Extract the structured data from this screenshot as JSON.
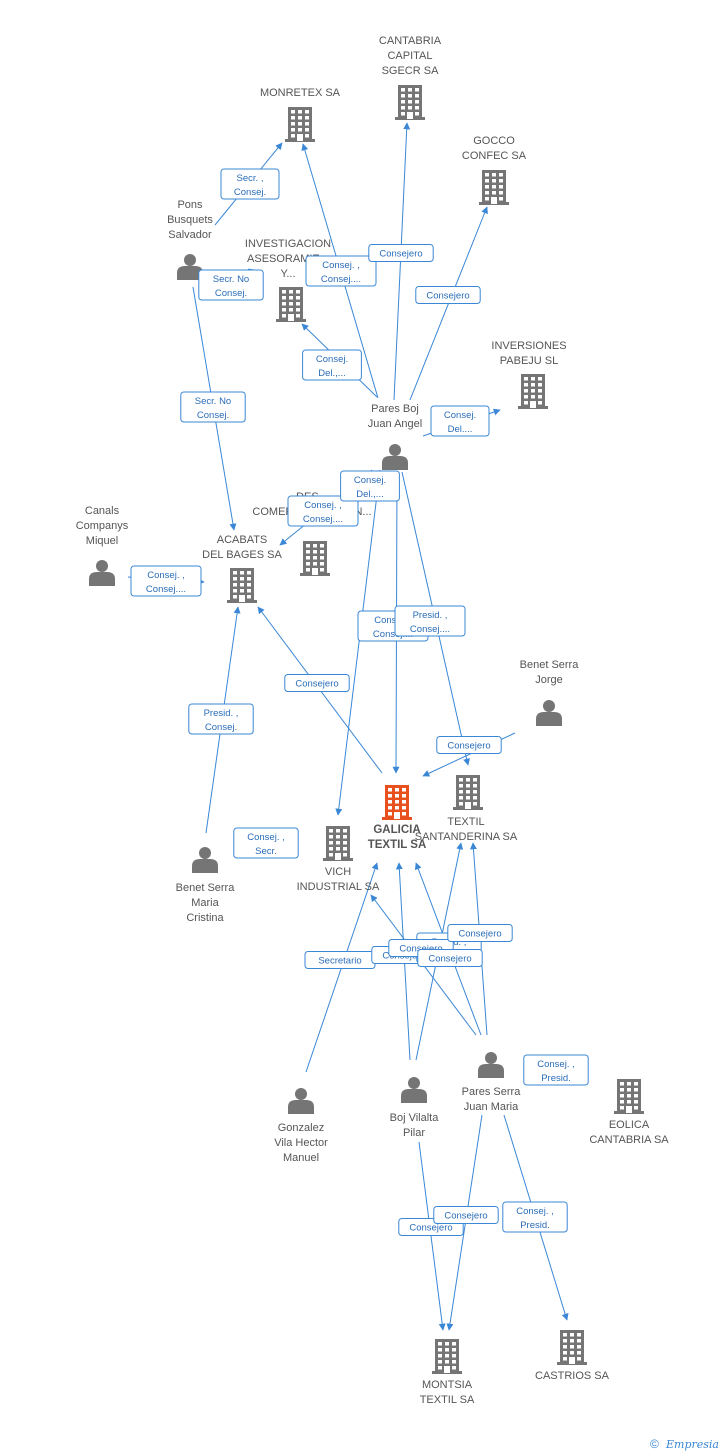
{
  "colors": {
    "edge": "#3a87d6",
    "company": "#757575",
    "person": "#757575",
    "focus": "#e8501e",
    "label": "#555555",
    "edge_text": "#2a6db8"
  },
  "footer": {
    "copyright_symbol": "©",
    "brand": "Empresia"
  },
  "nodes": [
    {
      "id": "galicia",
      "type": "company",
      "focus": true,
      "lines": [
        "GALICIA",
        "TEXTIL SA"
      ]
    },
    {
      "id": "monretex",
      "type": "company",
      "lines": [
        "MONRETEX SA"
      ]
    },
    {
      "id": "cantabria",
      "type": "company",
      "lines": [
        "CANTABRIA",
        "CAPITAL",
        "SGECR SA"
      ]
    },
    {
      "id": "gocco",
      "type": "company",
      "lines": [
        "GOCCO",
        "CONFEC SA"
      ]
    },
    {
      "id": "investigacion",
      "type": "company",
      "lines": [
        "INVESTIGACION",
        "ASESORAMIE...",
        "Y..."
      ]
    },
    {
      "id": "inversiones",
      "type": "company",
      "lines": [
        "INVERSIONES",
        "PABEJU  SL"
      ]
    },
    {
      "id": "pons",
      "type": "person",
      "lines": [
        "Pons",
        "Busquets",
        "Salvador"
      ]
    },
    {
      "id": "paresboj",
      "type": "person",
      "lines": [
        "Pares Boj",
        "Juan Angel"
      ]
    },
    {
      "id": "desc",
      "type": "company",
      "lines": [
        "DES...",
        "COMERCIALIZACION..."
      ]
    },
    {
      "id": "canals",
      "type": "person",
      "lines": [
        "Canals",
        "Companys",
        "Miquel"
      ]
    },
    {
      "id": "acabats",
      "type": "company",
      "lines": [
        "ACABATS",
        "DEL BAGES SA"
      ]
    },
    {
      "id": "benetjorge",
      "type": "person",
      "lines": [
        "Benet Serra",
        "Jorge"
      ]
    },
    {
      "id": "textil",
      "type": "company",
      "lines": [
        "TEXTIL",
        "SANTANDERINA SA"
      ]
    },
    {
      "id": "vich",
      "type": "company",
      "lines": [
        "VICH",
        "INDUSTRIAL SA"
      ]
    },
    {
      "id": "benetmaria",
      "type": "person",
      "lines": [
        "Benet Serra",
        "Maria",
        "Cristina"
      ]
    },
    {
      "id": "gonzalez",
      "type": "person",
      "lines": [
        "Gonzalez",
        "Vila Hector",
        "Manuel"
      ]
    },
    {
      "id": "bojvilalta",
      "type": "person",
      "lines": [
        "Boj Vilalta",
        "Pilar"
      ]
    },
    {
      "id": "paresserra",
      "type": "person",
      "lines": [
        "Pares Serra",
        "Juan Maria"
      ]
    },
    {
      "id": "eolica",
      "type": "company",
      "lines": [
        "EOLICA",
        "CANTABRIA SA"
      ]
    },
    {
      "id": "montsia",
      "type": "company",
      "lines": [
        "MONTSIA",
        "TEXTIL SA"
      ]
    },
    {
      "id": "castrios",
      "type": "company",
      "lines": [
        "CASTRIOS SA"
      ]
    }
  ],
  "edges": [
    {
      "from": "pons",
      "to": "monretex",
      "label": [
        "Secr. ,",
        "Consej."
      ]
    },
    {
      "from": "pons",
      "to": "investigacion",
      "label": [
        "Secr.  No",
        "Consej."
      ]
    },
    {
      "from": "pons",
      "to": "acabats",
      "label": [
        "Secr.  No",
        "Consej."
      ]
    },
    {
      "from": "paresboj",
      "to": "monretex",
      "label": [
        "Consej. ,",
        "Consej...."
      ]
    },
    {
      "from": "paresboj",
      "to": "cantabria",
      "label": [
        "Consejero"
      ]
    },
    {
      "from": "paresboj",
      "to": "gocco",
      "label": [
        "Consejero"
      ]
    },
    {
      "from": "paresboj",
      "to": "investigacion",
      "label": [
        "Consej.",
        "Del.,..."
      ]
    },
    {
      "from": "paresboj",
      "to": "inversiones",
      "label": [
        "Consej.",
        "Del...."
      ]
    },
    {
      "from": "paresboj",
      "to": "desc",
      "label": [
        "Consej. ,",
        "Consej...."
      ]
    },
    {
      "from": "paresboj",
      "to": "vich",
      "label": [
        "Consej.",
        "Del.,..."
      ]
    },
    {
      "from": "paresboj",
      "to": "galicia",
      "label": [
        "Consej. ,",
        "Consej...."
      ]
    },
    {
      "from": "paresboj",
      "to": "textil",
      "label": [
        "Presid. ,",
        "Consej...."
      ]
    },
    {
      "from": "canals",
      "to": "acabats",
      "label": [
        "Consej. ,",
        "Consej...."
      ]
    },
    {
      "from": "galicia",
      "to": "acabats",
      "label": [
        "Consejero"
      ]
    },
    {
      "from": "benetjorge",
      "to": "galicia",
      "label": [
        "Consejero"
      ]
    },
    {
      "from": "benetmaria",
      "to": "acabats",
      "label": [
        "Presid. ,",
        "Consej."
      ]
    },
    {
      "from": "benetmaria",
      "to": "vich",
      "label": [
        "Consej. ,",
        "Secr."
      ]
    },
    {
      "from": "gonzalez",
      "to": "galicia",
      "label": [
        "Secretario"
      ]
    },
    {
      "from": "bojvilalta",
      "to": "galicia",
      "label": [
        "Consejero"
      ]
    },
    {
      "from": "bojvilalta",
      "to": "textil",
      "label": [
        "Presid. ,",
        "Consej."
      ]
    },
    {
      "from": "paresserra",
      "to": "vich",
      "label": [
        "Consejero"
      ]
    },
    {
      "from": "paresserra",
      "to": "galicia",
      "label": [
        "Consejero"
      ]
    },
    {
      "from": "paresserra",
      "to": "textil",
      "label": [
        "Consejero"
      ]
    },
    {
      "from": "paresserra",
      "to": "eolica",
      "label": [
        "Consej. ,",
        "Presid."
      ]
    },
    {
      "from": "bojvilalta",
      "to": "montsia",
      "label": [
        "Consejero"
      ]
    },
    {
      "from": "paresserra",
      "to": "montsia",
      "label": [
        "Consejero"
      ]
    },
    {
      "from": "paresserra",
      "to": "castrios",
      "label": [
        "Consej. ,",
        "Presid."
      ]
    }
  ]
}
